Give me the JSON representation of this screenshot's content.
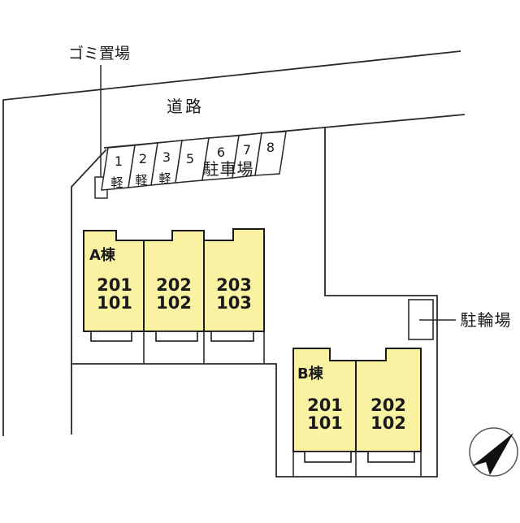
{
  "labels": {
    "garbage": "ゴミ置場",
    "road": "道路",
    "parking_lot": "駐車場",
    "bicycle": "駐輪場"
  },
  "parking": {
    "spaces": [
      {
        "number": "1",
        "tag": "軽"
      },
      {
        "number": "2",
        "tag": "軽"
      },
      {
        "number": "3",
        "tag": "軽"
      },
      {
        "number": "5",
        "tag": ""
      },
      {
        "number": "6",
        "tag": ""
      },
      {
        "number": "7",
        "tag": ""
      },
      {
        "number": "8",
        "tag": ""
      }
    ]
  },
  "buildings": [
    {
      "name": "A棟",
      "units": [
        {
          "upper": "201",
          "lower": "101"
        },
        {
          "upper": "202",
          "lower": "102"
        },
        {
          "upper": "203",
          "lower": "103"
        }
      ]
    },
    {
      "name": "B棟",
      "units": [
        {
          "upper": "201",
          "lower": "101"
        },
        {
          "upper": "202",
          "lower": "102"
        }
      ]
    }
  ],
  "colors": {
    "unit_fill": "#F8F2A2",
    "line": "#222222"
  }
}
